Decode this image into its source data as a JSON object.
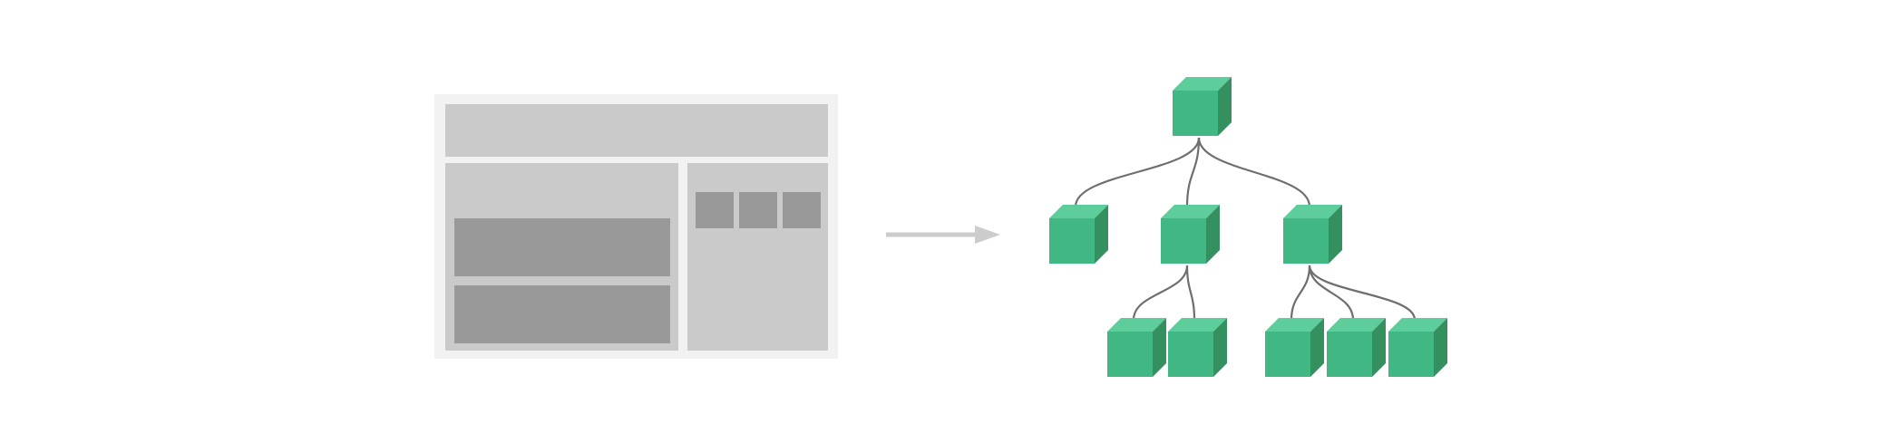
{
  "colors": {
    "background": "#ffffff",
    "layout_frame": "#f2f2f2",
    "layout_panel": "#cacaca",
    "layout_block": "#999999",
    "arrow": "#cccccc",
    "connector": "#6e6e6e",
    "cube_front": "#41b883",
    "cube_top": "#5ccd9b",
    "cube_side": "#35905f"
  },
  "layout_mockup": {
    "regions": [
      "header",
      "main",
      "aside"
    ],
    "main_blocks": 2,
    "aside_tiles": 3
  },
  "component_tree": {
    "root": {
      "id": "root",
      "children": [
        {
          "id": "child-1",
          "children": []
        },
        {
          "id": "child-2",
          "children": [
            {
              "id": "child-2-1",
              "children": []
            },
            {
              "id": "child-2-2",
              "children": []
            }
          ]
        },
        {
          "id": "child-3",
          "children": [
            {
              "id": "child-3-1",
              "children": []
            },
            {
              "id": "child-3-2",
              "children": []
            },
            {
              "id": "child-3-3",
              "children": []
            }
          ]
        }
      ]
    }
  },
  "icons": {
    "transform_arrow": "right-arrow-icon",
    "component_node": "cube-icon"
  }
}
